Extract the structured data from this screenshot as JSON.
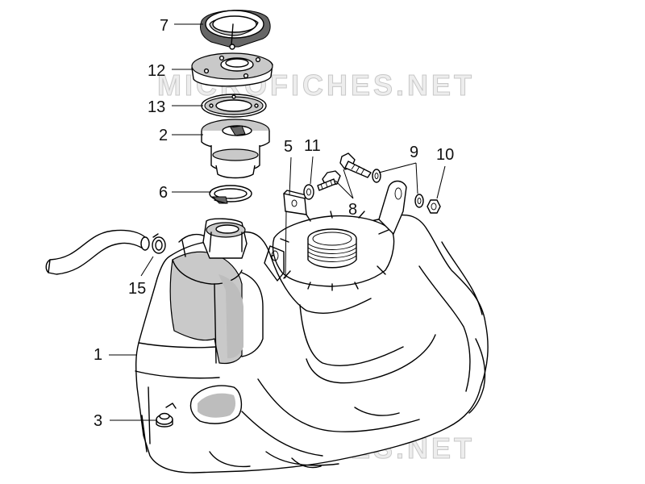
{
  "watermark": "MICROFICHES.NET",
  "labels": {
    "p1": "1",
    "p2": "2",
    "p3": "3",
    "p5": "5",
    "p6": "6",
    "p7": "7",
    "p8": "8",
    "p9": "9",
    "p10": "10",
    "p11": "11",
    "p12": "12",
    "p13": "13",
    "p15": "15"
  }
}
